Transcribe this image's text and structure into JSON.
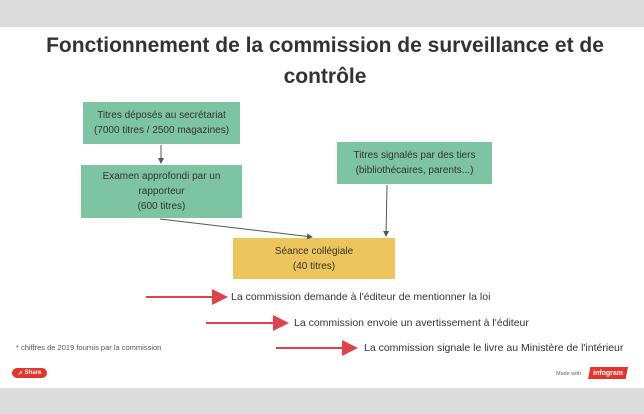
{
  "title": "Fonctionnement de la commission de surveillance et de contrôle",
  "boxes": {
    "depot": {
      "line1": "Titres déposés au secrétariat",
      "line2": "(7000 titres / 2500 magazines)"
    },
    "examen": {
      "line1": "Examen approfondi par un",
      "line2": "rapporteur",
      "line3": "(600 titres)"
    },
    "signales": {
      "line1": "Titres signalés par des tiers",
      "line2": "(bibliothécaires, parents...)"
    },
    "seance": {
      "line1": "Séance collégiale",
      "line2": "(40 titres)"
    }
  },
  "outcomes": [
    "La commission demande à l'éditeur de mentionner la loi",
    "La commission envoie un avertissement à l'éditeur",
    "La commission signale le livre au Ministère de l'intérieur"
  ],
  "footnote": "* chiffres de 2019 fournis par la commission",
  "share_label": "Share",
  "made_with": "Made with",
  "brand": "infogram",
  "colors": {
    "green": "#7dc4a2",
    "yellow": "#ecc55c",
    "arrow_red": "#e0424c",
    "share_red": "#e5352b"
  }
}
